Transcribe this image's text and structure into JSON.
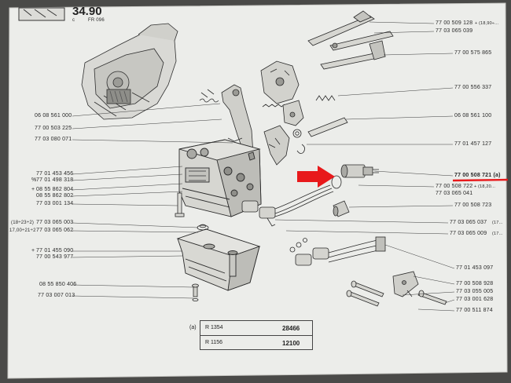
{
  "header": {
    "page_number": "34.90",
    "sub_ref_left": "c",
    "sub_ref_right": "FR 096"
  },
  "callouts_left": [
    "06 08 561 000",
    "77 00 503 225",
    "77 03 080 071",
    "77 01 453 456",
    "77 01 498 318",
    "08 55 862 804",
    "08 55 862 802",
    "77 03 001 134",
    "77 03 065 003",
    "77 03 065 062",
    "77 01 455 090",
    "77 00 543 977",
    "08 55 850 406",
    "77 03 007 013"
  ],
  "callout_left_prefixes": [
    "%",
    "+",
    "(18÷23÷2)",
    "17,00÷21÷2",
    "+"
  ],
  "callouts_right": [
    "77 00 509 128",
    "77 03 065 039",
    "77 00 575 865",
    "77 00 556 337",
    "06 08 561 100",
    "77 01 457 127",
    "77 00 508 721 (a)",
    "77 00 508 722",
    "77 03 065 041",
    "77 00 508 723",
    "77 03 065 037",
    "77 03 065 009",
    "77 01 453 097",
    "77 00 508 928",
    "77 03 055 005",
    "77 03 001 628",
    "77 00 511 874"
  ],
  "callout_right_suffixes": [
    "+ (18,90÷...",
    "+ (18,20...",
    "(17...",
    "(17..."
  ],
  "table": {
    "note": "(a)",
    "rows": [
      {
        "model": "R 1354",
        "value": "28466"
      },
      {
        "model": "R 1156",
        "value": "12100"
      }
    ]
  },
  "colors": {
    "paper": "#eeeeec",
    "ink": "#2a2a2a",
    "highlight_arrow": "#e8191b",
    "highlight_line": "#e8191b"
  }
}
